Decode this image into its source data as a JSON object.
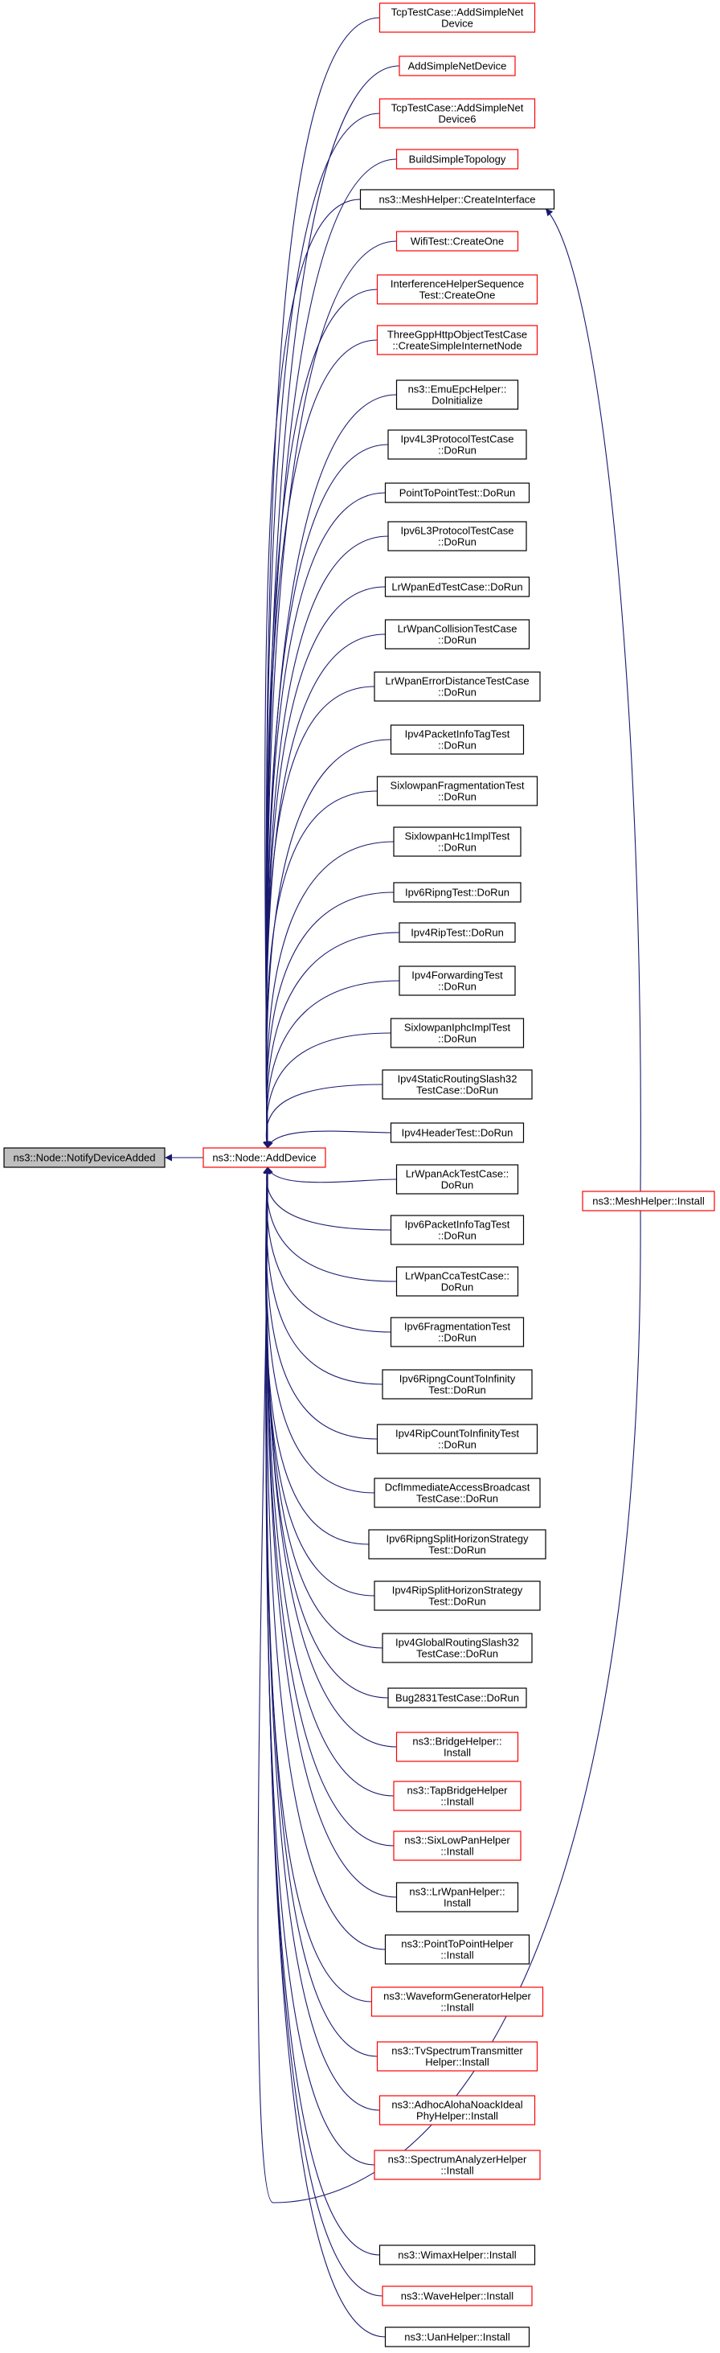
{
  "diagram": {
    "colors": {
      "edge": "#191970",
      "box_border_default": "#000000",
      "box_border_undocumented": "#ff0000",
      "box_fill": "#ffffff",
      "root_fill": "#bfbfbf"
    },
    "root": {
      "lines": [
        "ns3::Node::NotifyDeviceAdded"
      ]
    },
    "center": {
      "lines": [
        "ns3::Node::AddDevice"
      ]
    },
    "mesh_install": {
      "lines": [
        "ns3::MeshHelper::Install"
      ]
    },
    "callers": [
      {
        "lines": [
          "TcpTestCase::AddSimpleNet",
          "Device"
        ],
        "border": "red"
      },
      {
        "lines": [
          "AddSimpleNetDevice"
        ],
        "border": "red"
      },
      {
        "lines": [
          "TcpTestCase::AddSimpleNet",
          "Device6"
        ],
        "border": "red"
      },
      {
        "lines": [
          "BuildSimpleTopology"
        ],
        "border": "red"
      },
      {
        "lines": [
          "ns3::MeshHelper::CreateInterface"
        ],
        "border": "black"
      },
      {
        "lines": [
          "WifiTest::CreateOne"
        ],
        "border": "red"
      },
      {
        "lines": [
          "InterferenceHelperSequence",
          "Test::CreateOne"
        ],
        "border": "red"
      },
      {
        "lines": [
          "ThreeGppHttpObjectTestCase",
          "::CreateSimpleInternetNode"
        ],
        "border": "red"
      },
      {
        "lines": [
          "ns3::EmuEpcHelper::",
          "DoInitialize"
        ],
        "border": "black"
      },
      {
        "lines": [
          "Ipv4L3ProtocolTestCase",
          "::DoRun"
        ],
        "border": "black"
      },
      {
        "lines": [
          "PointToPointTest::DoRun"
        ],
        "border": "black"
      },
      {
        "lines": [
          "Ipv6L3ProtocolTestCase",
          "::DoRun"
        ],
        "border": "black"
      },
      {
        "lines": [
          "LrWpanEdTestCase::DoRun"
        ],
        "border": "black"
      },
      {
        "lines": [
          "LrWpanCollisionTestCase",
          "::DoRun"
        ],
        "border": "black"
      },
      {
        "lines": [
          "LrWpanErrorDistanceTestCase",
          "::DoRun"
        ],
        "border": "black"
      },
      {
        "lines": [
          "Ipv4PacketInfoTagTest",
          "::DoRun"
        ],
        "border": "black"
      },
      {
        "lines": [
          "SixlowpanFragmentationTest",
          "::DoRun"
        ],
        "border": "black"
      },
      {
        "lines": [
          "SixlowpanHc1ImplTest",
          "::DoRun"
        ],
        "border": "black"
      },
      {
        "lines": [
          "Ipv6RipngTest::DoRun"
        ],
        "border": "black"
      },
      {
        "lines": [
          "Ipv4RipTest::DoRun"
        ],
        "border": "black"
      },
      {
        "lines": [
          "Ipv4ForwardingTest",
          "::DoRun"
        ],
        "border": "black"
      },
      {
        "lines": [
          "SixlowpanIphcImplTest",
          "::DoRun"
        ],
        "border": "black"
      },
      {
        "lines": [
          "Ipv4StaticRoutingSlash32",
          "TestCase::DoRun"
        ],
        "border": "black"
      },
      {
        "lines": [
          "Ipv4HeaderTest::DoRun"
        ],
        "border": "black"
      },
      {
        "lines": [
          "LrWpanAckTestCase::",
          "DoRun"
        ],
        "border": "black"
      },
      {
        "lines": [
          "Ipv6PacketInfoTagTest",
          "::DoRun"
        ],
        "border": "black"
      },
      {
        "lines": [
          "LrWpanCcaTestCase::",
          "DoRun"
        ],
        "border": "black"
      },
      {
        "lines": [
          "Ipv6FragmentationTest",
          "::DoRun"
        ],
        "border": "black"
      },
      {
        "lines": [
          "Ipv6RipngCountToInfinity",
          "Test::DoRun"
        ],
        "border": "black"
      },
      {
        "lines": [
          "Ipv4RipCountToInfinityTest",
          "::DoRun"
        ],
        "border": "black"
      },
      {
        "lines": [
          "DcfImmediateAccessBroadcast",
          "TestCase::DoRun"
        ],
        "border": "black"
      },
      {
        "lines": [
          "Ipv6RipngSplitHorizonStrategy",
          "Test::DoRun"
        ],
        "border": "black"
      },
      {
        "lines": [
          "Ipv4RipSplitHorizonStrategy",
          "Test::DoRun"
        ],
        "border": "black"
      },
      {
        "lines": [
          "Ipv4GlobalRoutingSlash32",
          "TestCase::DoRun"
        ],
        "border": "black"
      },
      {
        "lines": [
          "Bug2831TestCase::DoRun"
        ],
        "border": "black"
      },
      {
        "lines": [
          "ns3::BridgeHelper::",
          "Install"
        ],
        "border": "red"
      },
      {
        "lines": [
          "ns3::TapBridgeHelper",
          "::Install"
        ],
        "border": "red"
      },
      {
        "lines": [
          "ns3::SixLowPanHelper",
          "::Install"
        ],
        "border": "red"
      },
      {
        "lines": [
          "ns3::LrWpanHelper::",
          "Install"
        ],
        "border": "black"
      },
      {
        "lines": [
          "ns3::PointToPointHelper",
          "::Install"
        ],
        "border": "black"
      },
      {
        "lines": [
          "ns3::WaveformGeneratorHelper",
          "::Install"
        ],
        "border": "red"
      },
      {
        "lines": [
          "ns3::TvSpectrumTransmitter",
          "Helper::Install"
        ],
        "border": "red"
      },
      {
        "lines": [
          "ns3::AdhocAlohaNoackIdeal",
          "PhyHelper::Install"
        ],
        "border": "red"
      },
      {
        "lines": [
          "ns3::SpectrumAnalyzerHelper",
          "::Install"
        ],
        "border": "red"
      },
      {
        "lines": [
          "ns3::WimaxHelper::Install"
        ],
        "border": "black"
      },
      {
        "lines": [
          "ns3::WaveHelper::Install"
        ],
        "border": "red"
      },
      {
        "lines": [
          "ns3::UanHelper::Install"
        ],
        "border": "black"
      }
    ]
  }
}
